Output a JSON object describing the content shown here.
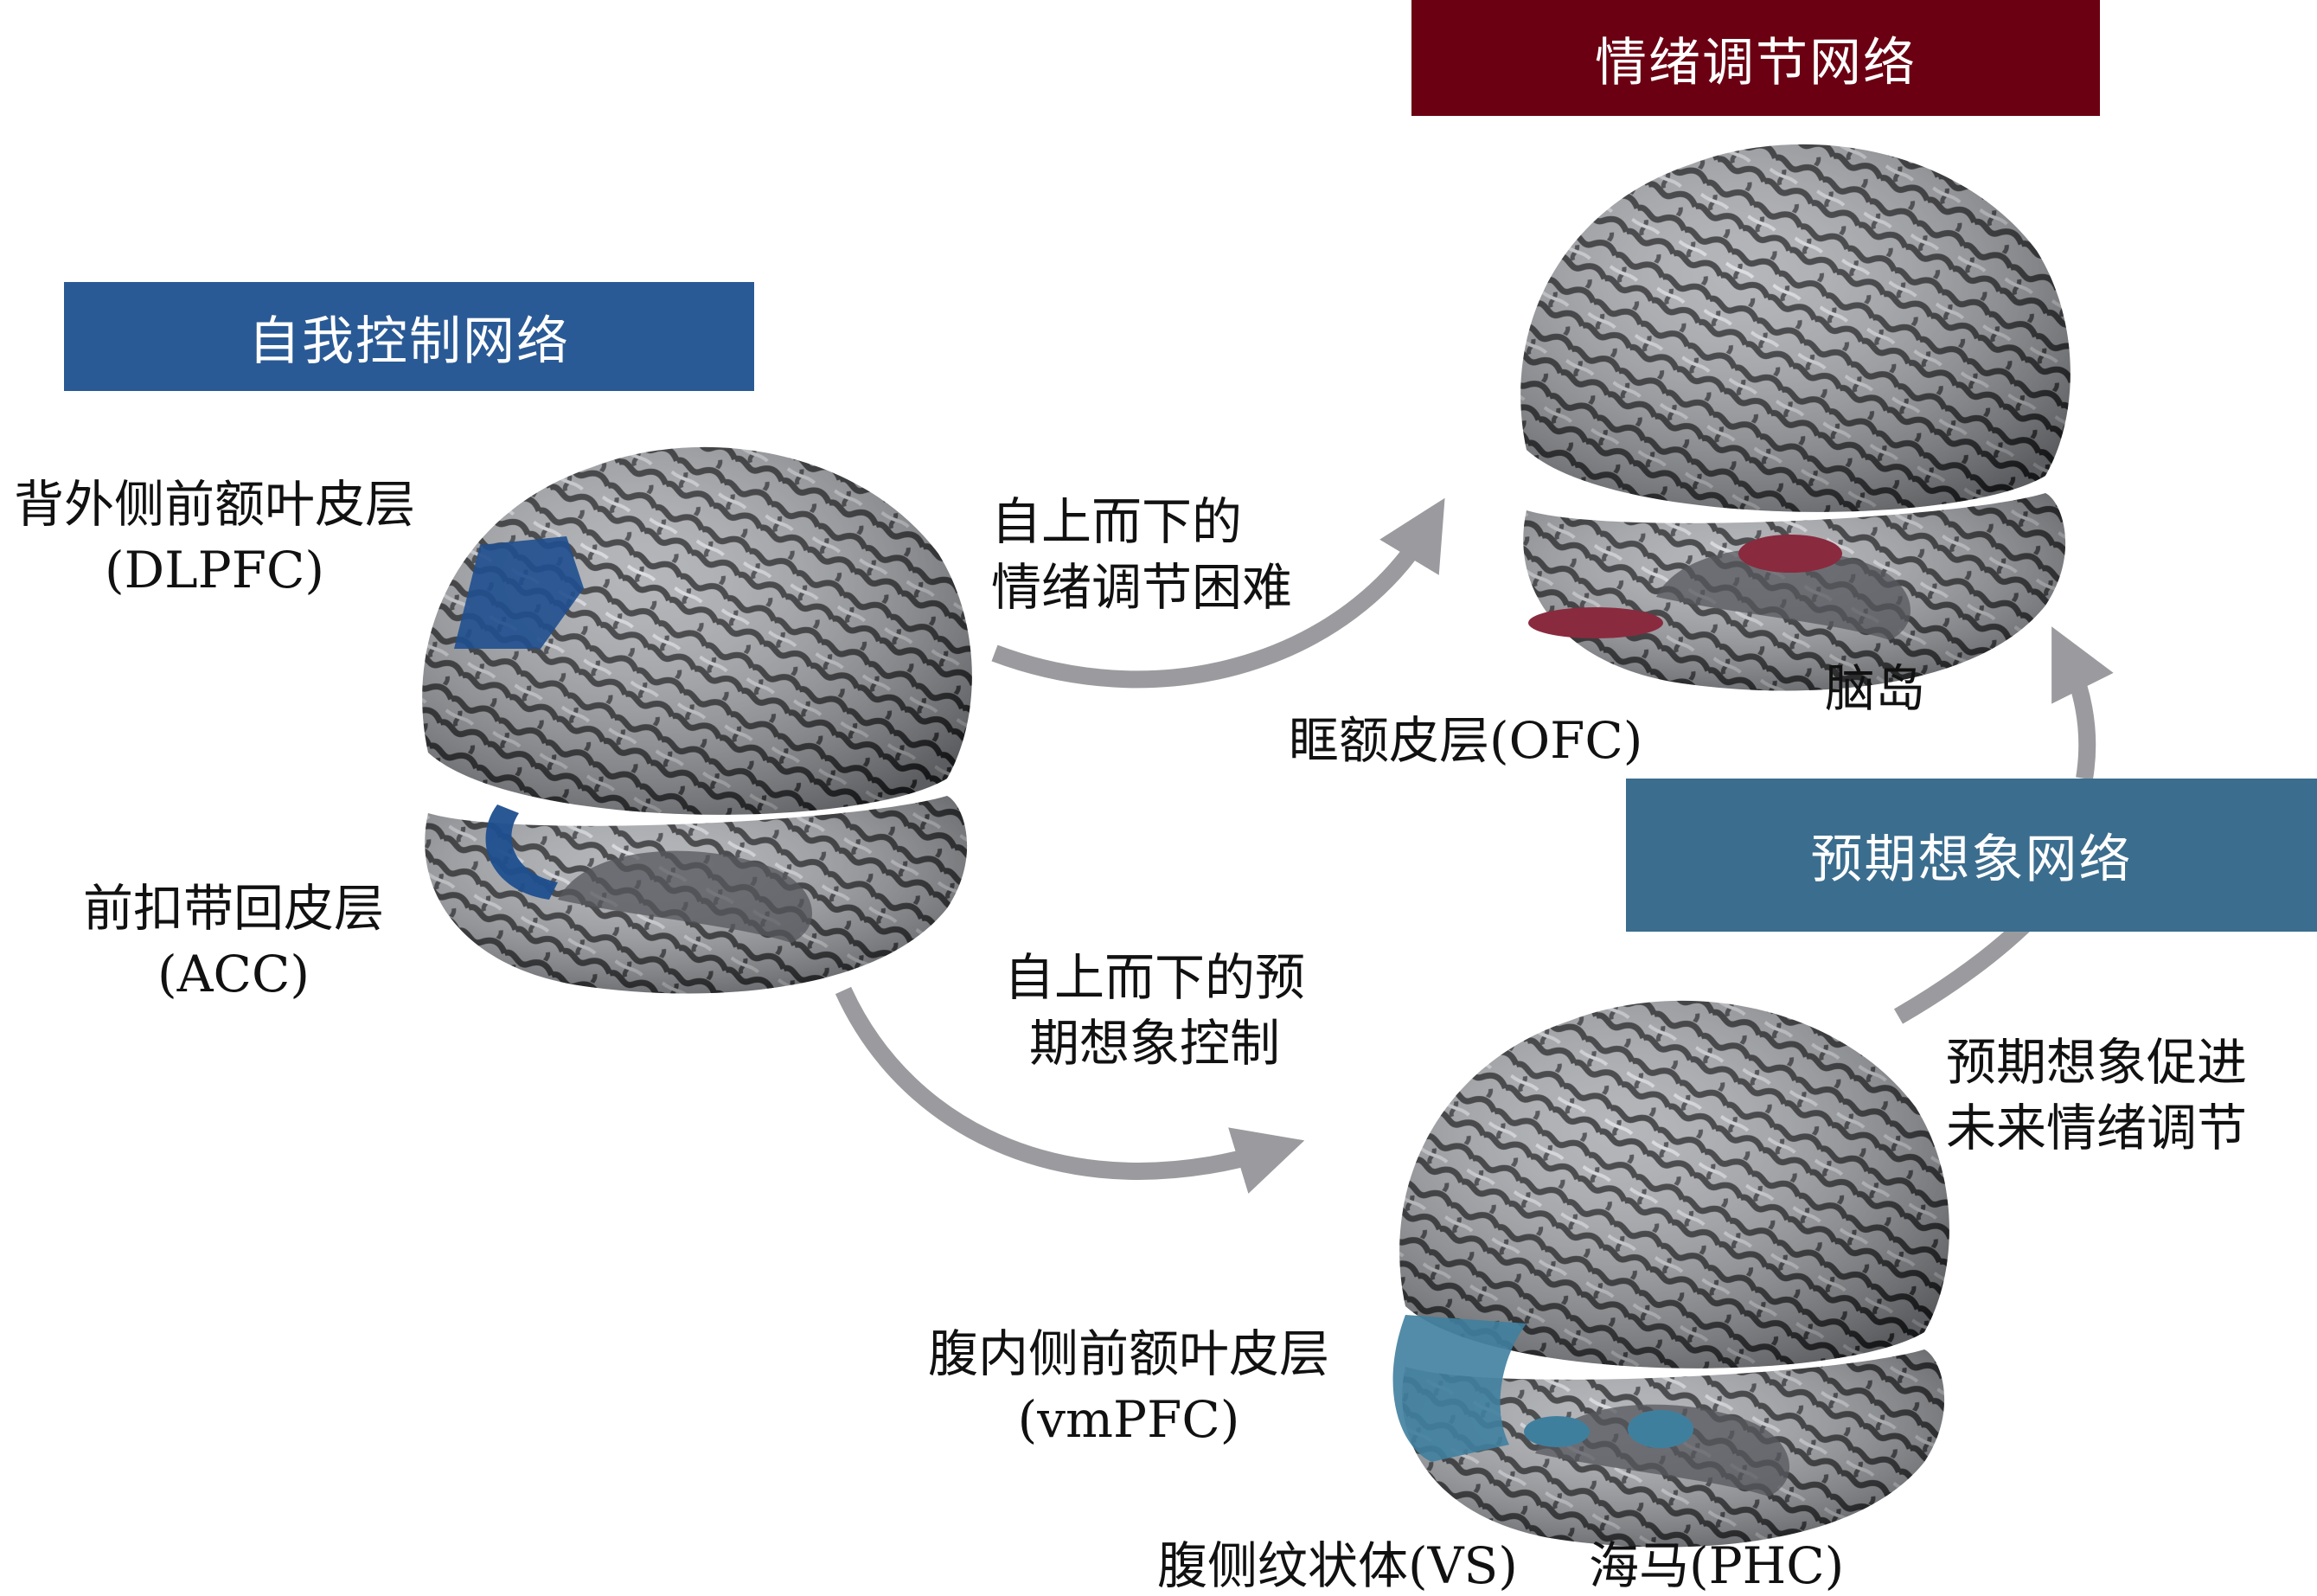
{
  "networks": {
    "emotion_regulation": {
      "title": "情绪调节网络",
      "color": "#6b0012"
    },
    "self_control": {
      "title": "自我控制网络",
      "color": "#2a5a95"
    },
    "prospection": {
      "title": "预期想象网络",
      "color": "#3b6d8e"
    }
  },
  "regions": {
    "dlpfc": {
      "name": "背外侧前额叶皮层",
      "abbr": "(DLPFC)",
      "color": "#1f4f8f"
    },
    "acc": {
      "name": "前扣带回皮层",
      "abbr": "(ACC)",
      "color": "#1f4f8f"
    },
    "ofc": {
      "label": "眶额皮层(OFC)",
      "color": "#8a2a3e"
    },
    "insula": {
      "label": "脑岛",
      "color": "#8a2a3e"
    },
    "vmpfc": {
      "name": "腹内侧前额叶皮层",
      "abbr": "(vmPFC)",
      "color": "#3f7f9e"
    },
    "vs": {
      "label": "腹侧纹状体(VS)",
      "color": "#3f7f9e"
    },
    "phc": {
      "label": "海马(PHC)",
      "color": "#3f7f9e"
    }
  },
  "arrows": {
    "to_emotion": {
      "line1": "自上而下的",
      "line2": "情绪调节困难"
    },
    "to_prospection": {
      "line1": "自上而下的预",
      "line2": "期想象控制"
    },
    "prospection_to_emotion": {
      "line1": "预期想象促进",
      "line2": "未来情绪调节"
    },
    "color": "#9b9b9f"
  }
}
